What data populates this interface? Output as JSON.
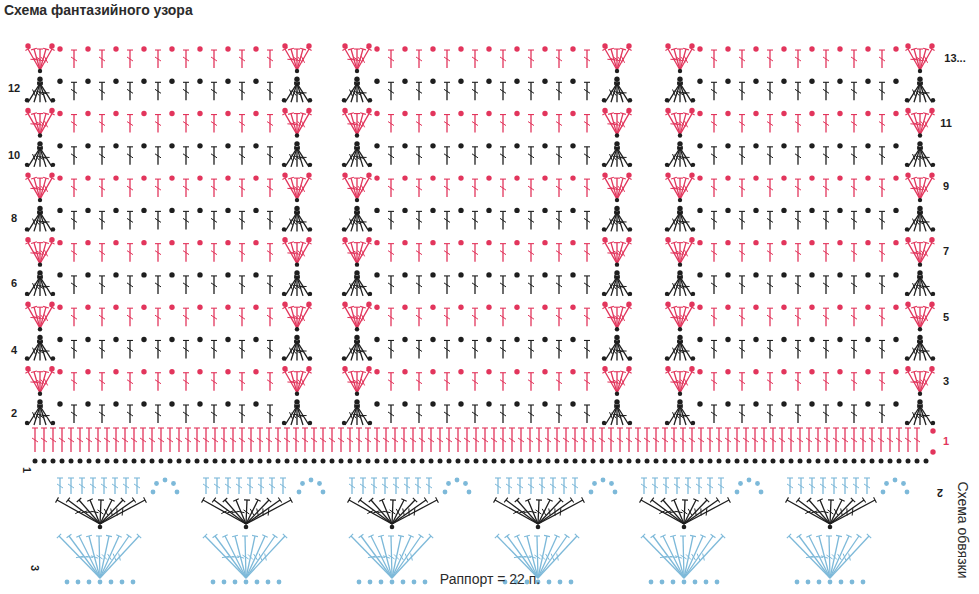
{
  "diagram": {
    "title": "Схема фантазийного узора",
    "labels": [
      "13...",
      "12",
      "11",
      "10",
      "9",
      "8",
      "7",
      "6",
      "5",
      "4",
      "3",
      "2",
      "1",
      "1",
      "2",
      "3",
      "Схема обвязки",
      "Раппорт = 22 п."
    ]
  }
}
